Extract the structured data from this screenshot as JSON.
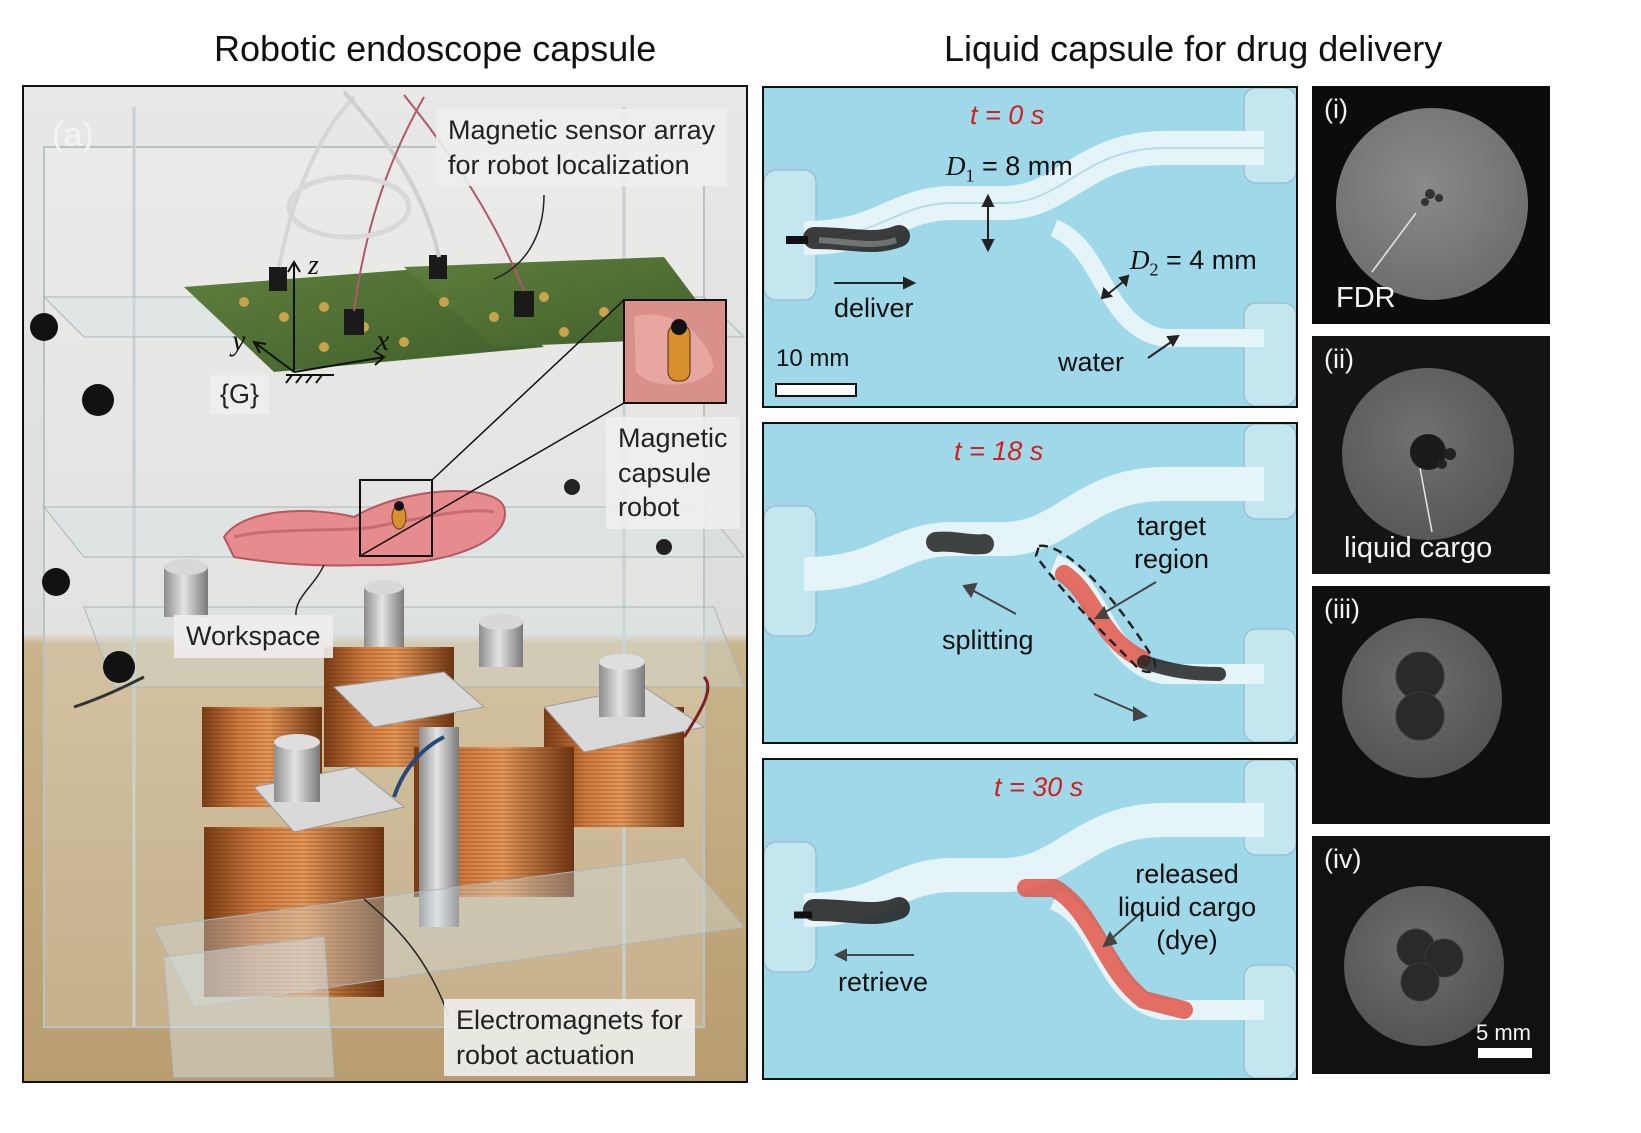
{
  "headings": {
    "left": "Robotic endoscope capsule",
    "right": "Liquid capsule for drug delivery"
  },
  "left_panel": {
    "label": "(a)",
    "sensor_label": "Magnetic sensor array\nfor robot localization",
    "axis_z": "z",
    "axis_y": "y",
    "axis_x": "x",
    "frame_label": "{G}",
    "capsule_label": "Magnetic\ncapsule\nrobot",
    "workspace_label": "Workspace",
    "electromagnet_label": "Electromagnets for\nrobot actuation"
  },
  "middle_panels": [
    {
      "time": "t = 0 s",
      "d1_sym": "D",
      "d1_sub": "1",
      "d1_value": " = 8 mm",
      "d2_sym": "D",
      "d2_sub": "2",
      "d2_value": " = 4 mm",
      "deliver": "deliver",
      "water": "water",
      "scale": "10 mm"
    },
    {
      "time": "t = 18 s",
      "target": "target\nregion",
      "splitting": "splitting"
    },
    {
      "time": "t = 30 s",
      "released": "released\nliquid cargo\n(dye)",
      "retrieve": "retrieve"
    }
  ],
  "right_panels": [
    {
      "label": "(i)",
      "annotation": "FDR"
    },
    {
      "label": "(ii)",
      "annotation": "liquid cargo"
    },
    {
      "label": "(iii)"
    },
    {
      "label": "(iv)",
      "scale": "5 mm"
    }
  ]
}
